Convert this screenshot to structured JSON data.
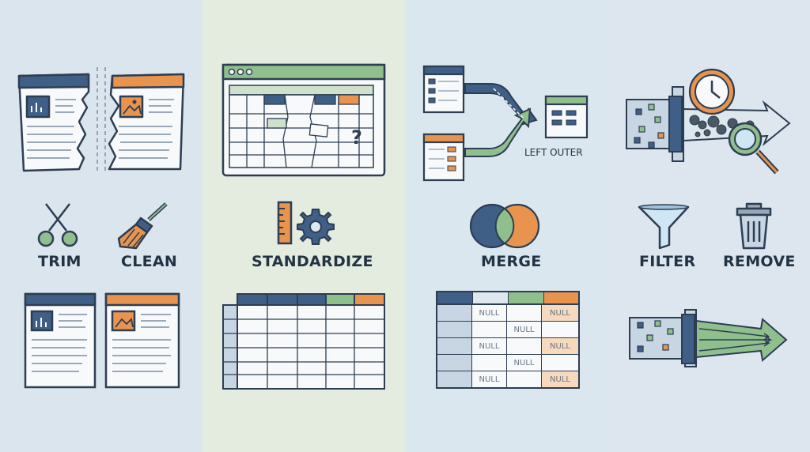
{
  "panels": [
    {
      "id": "trim-clean",
      "labels": [
        "TRIM",
        "CLEAN"
      ]
    },
    {
      "id": "standardize",
      "labels": [
        "STANDARDIZE"
      ]
    },
    {
      "id": "merge",
      "labels": [
        "MERGE"
      ],
      "join_label": "LEFT OUTER"
    },
    {
      "id": "filter-remove",
      "labels": [
        "FILTER",
        "REMOVE"
      ]
    }
  ],
  "merge_table": {
    "rows": [
      [
        "",
        "NULL",
        "",
        "NULL"
      ],
      [
        "",
        "",
        "NULL",
        ""
      ],
      [
        "",
        "NULL",
        "",
        "NULL"
      ],
      [
        "",
        "",
        "NULL",
        ""
      ],
      [
        "",
        "NULL",
        "",
        "NULL"
      ]
    ]
  },
  "standardize_question": "?",
  "colors": {
    "navy": "#3f5f86",
    "orange": "#e8944f",
    "green": "#8fbf8c",
    "outline": "#2d3e52",
    "paper": "#f7f9fb",
    "null_orange": "#f7d9bd"
  }
}
